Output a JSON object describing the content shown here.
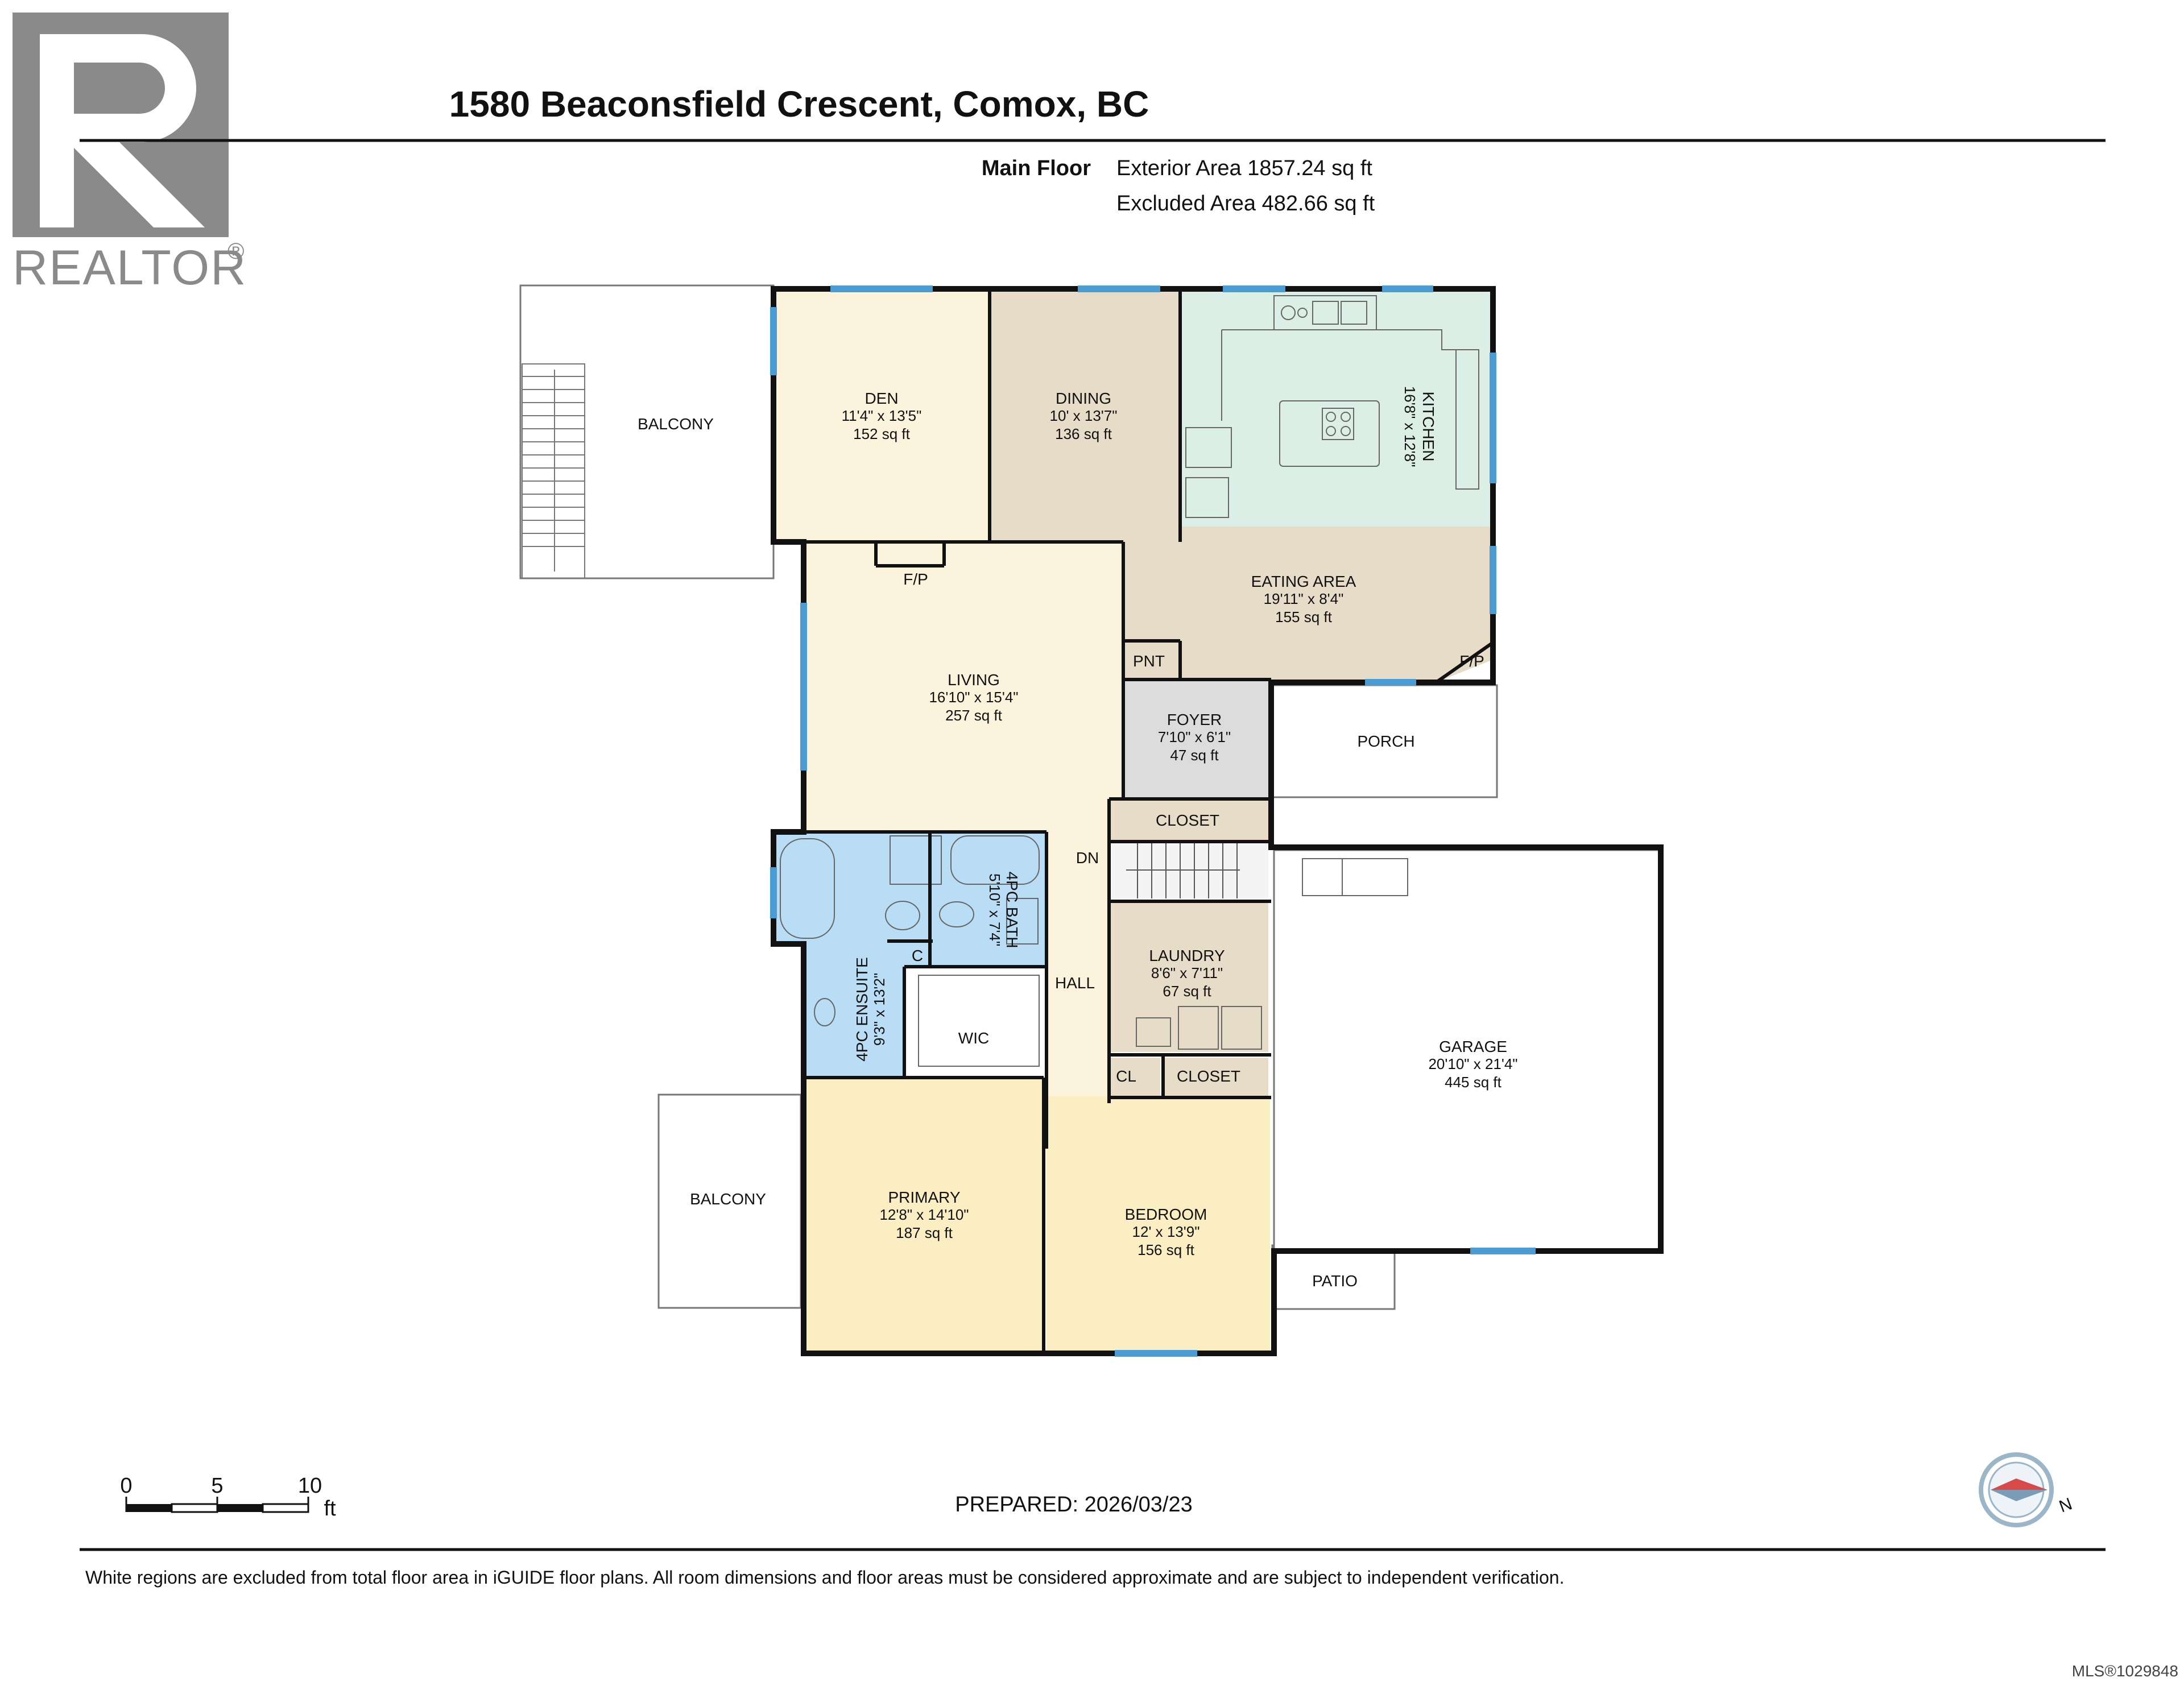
{
  "header": {
    "title": "1580 Beaconsfield Crescent, Comox, BC",
    "floor_label": "Main Floor",
    "exterior_area": "Exterior Area 1857.24 sq ft",
    "excluded_area": "Excluded Area 482.66 sq ft"
  },
  "logo": {
    "text": "REALTOR",
    "mark": "®"
  },
  "rooms": {
    "den": {
      "name": "DEN",
      "dims": "11'4\" x 13'5\"",
      "area": "152 sq ft"
    },
    "dining": {
      "name": "DINING",
      "dims": "10' x 13'7\"",
      "area": "136 sq ft"
    },
    "kitchen": {
      "name": "KITCHEN",
      "dims": "16'8\" x 12'8\""
    },
    "eating": {
      "name": "EATING AREA",
      "dims": "19'11\" x 8'4\"",
      "area": "155 sq ft"
    },
    "living": {
      "name": "LIVING",
      "dims": "16'10\" x 15'4\"",
      "area": "257 sq ft"
    },
    "foyer": {
      "name": "FOYER",
      "dims": "7'10\" x 6'1\"",
      "area": "47 sq ft"
    },
    "laundry": {
      "name": "LAUNDRY",
      "dims": "8'6\" x 7'11\"",
      "area": "67 sq ft"
    },
    "garage": {
      "name": "GARAGE",
      "dims": "20'10\" x 21'4\"",
      "area": "445 sq ft"
    },
    "primary": {
      "name": "PRIMARY",
      "dims": "12'8\" x 14'10\"",
      "area": "187 sq ft"
    },
    "bedroom": {
      "name": "BEDROOM",
      "dims": "12' x 13'9\"",
      "area": "156 sq ft"
    },
    "ensuite": {
      "name": "4PC ENSUITE",
      "dims": "9'3\" x 13'2\""
    },
    "bath": {
      "name": "4PC BATH",
      "dims": "5'10\" x 7'4\""
    }
  },
  "labels": {
    "balcony_top": "BALCONY",
    "balcony_bottom": "BALCONY",
    "porch": "PORCH",
    "patio": "PATIO",
    "fp_living": "F/P",
    "fp_eating": "F/P",
    "pnt": "PNT",
    "closet_foyer": "CLOSET",
    "closet_bedroom": "CLOSET",
    "cl": "CL",
    "c": "C",
    "wic": "WIC",
    "hall": "HALL",
    "dn": "DN"
  },
  "scale": {
    "t0": "0",
    "t5": "5",
    "t10": "10",
    "unit": "ft"
  },
  "compass": {
    "north": "N"
  },
  "prepared": "PREPARED: 2026/03/23",
  "footer": {
    "disclaimer": "White regions are excluded from total floor area in iGUIDE floor plans. All room dimensions and floor areas must be considered approximate and are subject to independent verification.",
    "mls": "MLS®1029848"
  },
  "colors": {
    "den": "#fbf3dc",
    "dining": "#e7dcc8",
    "kitchen": "#dcefe6",
    "eating": "#e7dcc8",
    "living": "#fbf3dc",
    "foyer": "#dcdcdc",
    "bath": "#b9ddf4",
    "hall": "#fbf3dc",
    "laundry": "#e7dcc8",
    "primary": "#fbeec2",
    "bedroom": "#fbeec2",
    "window": "#4b9cd3",
    "wall": "#111111"
  }
}
